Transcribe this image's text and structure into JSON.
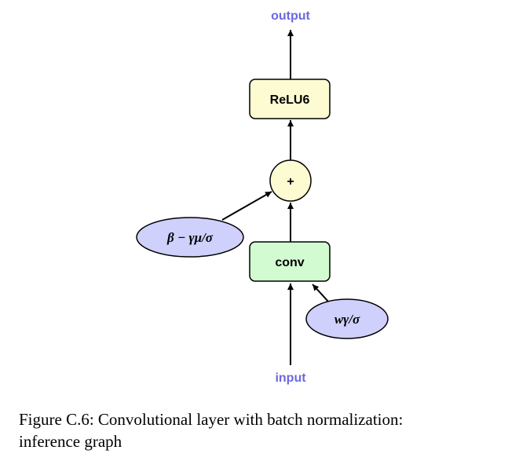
{
  "nodes": {
    "output": "output",
    "relu": "ReLU6",
    "plus": "+",
    "conv": "conv",
    "input": "input",
    "bias": "β − γμ/σ",
    "weight": "wγ/σ"
  },
  "caption": {
    "line1": "Figure C.6:  Convolutional layer with batch normalization:",
    "line2": "inference graph"
  },
  "colors": {
    "blue_text": "#6b68e0",
    "relu_fill": "#fdfbd2",
    "plus_fill": "#fdfbd2",
    "conv_fill": "#d3fbd2",
    "ellipse_fill": "#cfd0fb"
  }
}
